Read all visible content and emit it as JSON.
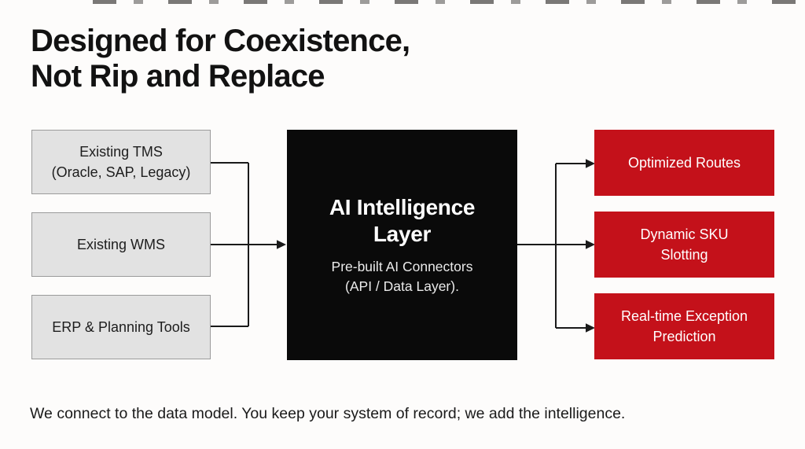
{
  "slide": {
    "title_line1": "Designed for Coexistence,",
    "title_line2": "Not Rip and Replace",
    "caption": "We connect to the data model. You keep your system of record; we add the intelligence."
  },
  "diagram": {
    "sources": [
      {
        "lines": [
          "Existing TMS",
          "(Oracle, SAP, Legacy)"
        ]
      },
      {
        "lines": [
          "Existing WMS"
        ]
      },
      {
        "lines": [
          "ERP & Planning Tools"
        ]
      }
    ],
    "center": {
      "title_line1": "AI Intelligence",
      "title_line2": "Layer",
      "subtitle_line1": "Pre-built AI Connectors",
      "subtitle_line2": "(API / Data Layer)."
    },
    "outputs": [
      {
        "lines": [
          "Optimized Routes"
        ]
      },
      {
        "lines": [
          "Dynamic SKU",
          "Slotting"
        ]
      },
      {
        "lines": [
          "Real-time Exception",
          "Prediction"
        ]
      }
    ],
    "colors": {
      "source_box_fill": "#e2e2e2",
      "source_box_border": "#9b9b9b",
      "center_box_fill": "#0a0a0a",
      "output_box_fill": "#c4111a",
      "connector_stroke": "#1a1a1a",
      "title_text": "#121212",
      "light_text": "#ffffff"
    }
  }
}
